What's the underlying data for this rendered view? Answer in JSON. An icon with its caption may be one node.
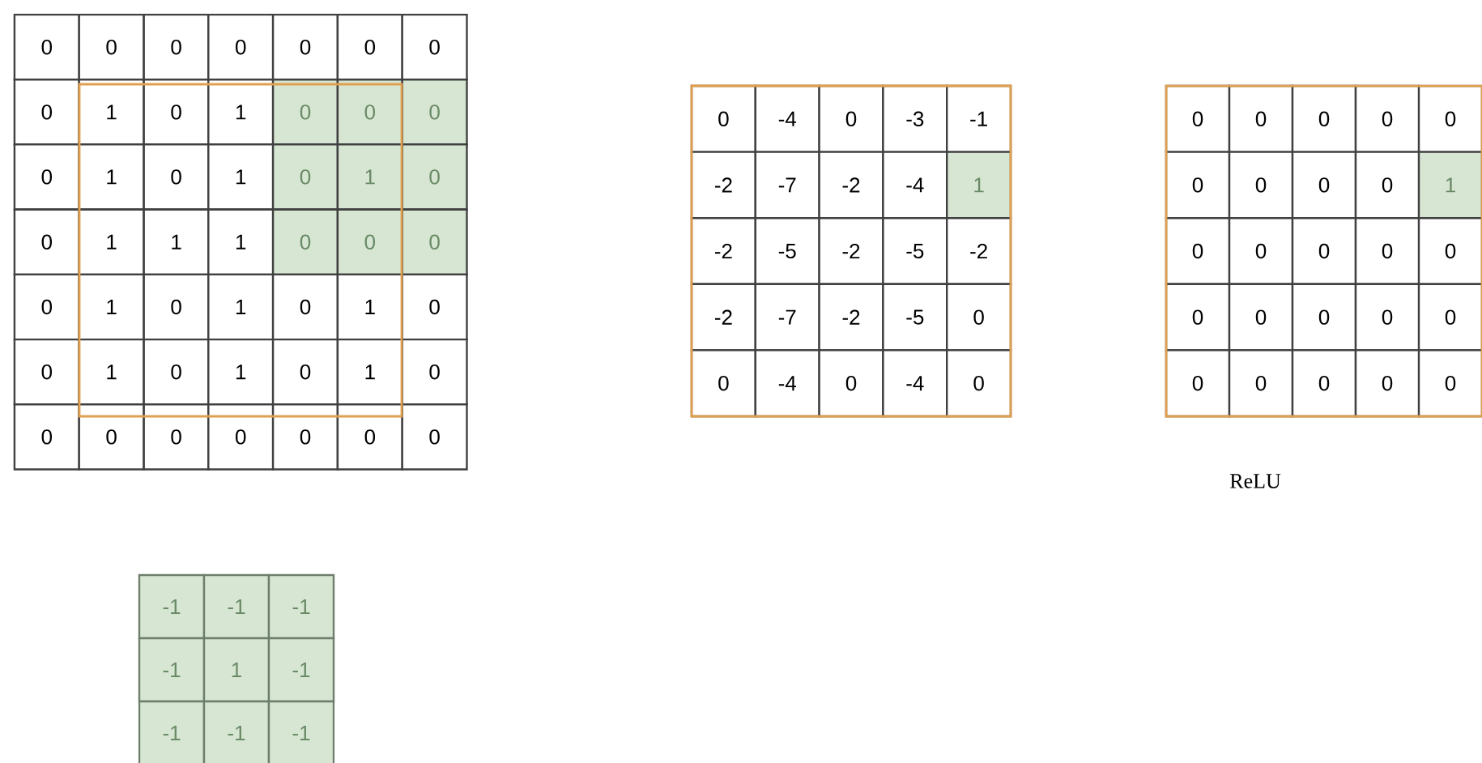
{
  "diagram": {
    "labels": [
      "0",
      "0",
      "0",
      "0",
      "0",
      "0",
      "0",
      "0",
      "1",
      "0",
      "1",
      "0",
      "0",
      "0",
      "0",
      "1",
      "0",
      "1",
      "0",
      "1",
      "0",
      "0",
      "1",
      "1",
      "1",
      "0",
      "0",
      "0",
      "0",
      "1",
      "0",
      "1",
      "0",
      "1",
      "0",
      "0",
      "1",
      "0",
      "1",
      "0",
      "1",
      "0",
      "0",
      "0",
      "0",
      "0",
      "0",
      "0",
      "0",
      "0",
      "-4",
      "0",
      "-3",
      "-1",
      "-2",
      "-7",
      "-2",
      "-4",
      "1",
      "-2",
      "-5",
      "-2",
      "-5",
      "-2",
      "-2",
      "-7",
      "-2",
      "-5",
      "0",
      "0",
      "-4",
      "0",
      "-4",
      "0",
      "0",
      "0",
      "0",
      "0",
      "0",
      "0",
      "0",
      "0",
      "0",
      "1",
      "0",
      "0",
      "0",
      "0",
      "0",
      "0",
      "0",
      "0",
      "0",
      "0",
      "0",
      "0",
      "0",
      "0",
      "0",
      "ReLU",
      "-1",
      "-1",
      "-1",
      "-1",
      "1",
      "-1",
      "-1",
      "-1",
      "-1"
    ]
  }
}
